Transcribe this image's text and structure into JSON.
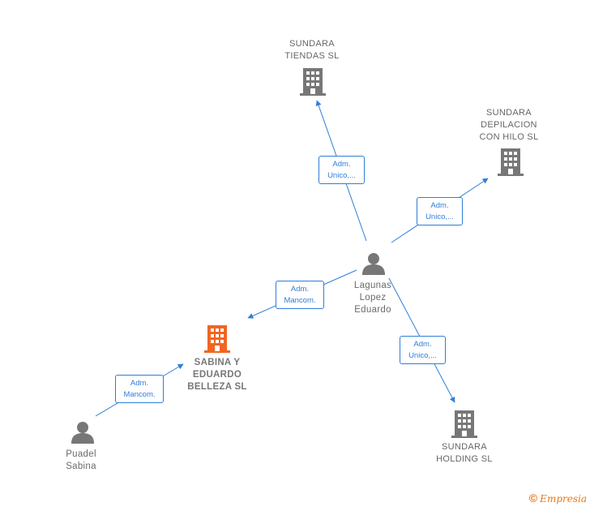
{
  "nodes": {
    "tiendas": {
      "label": "SUNDARA\nTIENDAS  SL",
      "color": "#777777"
    },
    "depilacion": {
      "label": "SUNDARA\nDEPILACION\nCON HILO SL",
      "color": "#777777"
    },
    "sabina_belleza": {
      "label": "SABINA Y\nEDUARDO\nBELLEZA  SL",
      "color": "#f26522"
    },
    "holding": {
      "label": "SUNDARA\nHOLDING  SL",
      "color": "#777777"
    },
    "lagunas": {
      "label": "Lagunas\nLopez\nEduardo",
      "color": "#777777"
    },
    "puadel": {
      "label": "Puadel\nSabina",
      "color": "#777777"
    }
  },
  "edges": {
    "to_tiendas": {
      "label": "Adm.\nUnico,..."
    },
    "to_depilacion": {
      "label": "Adm.\nUnico,..."
    },
    "lagunas_to_belleza": {
      "label": "Adm.\nMancom."
    },
    "to_holding": {
      "label": "Adm.\nUnico,..."
    },
    "puadel_to_belleza": {
      "label": "Adm.\nMancom."
    }
  },
  "colors": {
    "edge": "#2f7ed8",
    "focus_company": "#f26522",
    "company": "#777777",
    "person": "#777777"
  },
  "brand": {
    "symbol": "©",
    "name": "mpresia",
    "initial": "E"
  }
}
